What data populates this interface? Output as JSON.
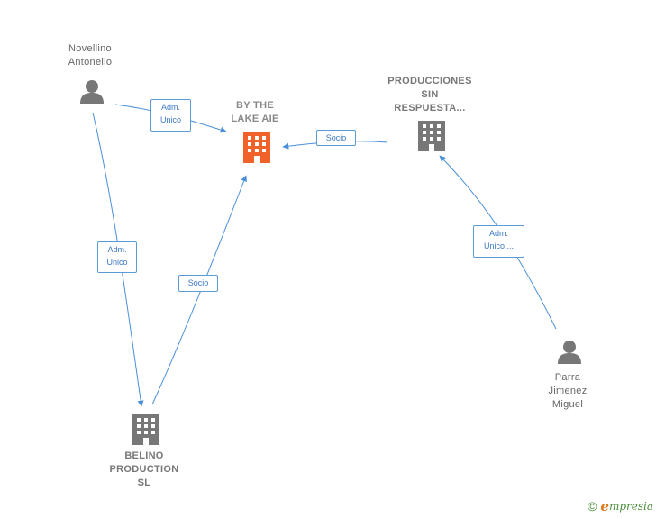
{
  "nodes": {
    "novellino": {
      "label": "Novellino\nAntonello",
      "kind": "person"
    },
    "bythelake": {
      "label": "BY THE\nLAKE  AIE",
      "kind": "company-focus"
    },
    "producciones": {
      "label": "PRODUCCIONES\nSIN\nRESPUESTA...",
      "kind": "company"
    },
    "belino": {
      "label": "BELINO\nPRODUCTION\nSL",
      "kind": "company"
    },
    "parra": {
      "label": "Parra\nJimenez\nMiguel",
      "kind": "person"
    }
  },
  "edges": [
    {
      "from": "novellino",
      "to": "bythelake",
      "label": "Adm.\nUnico"
    },
    {
      "from": "producciones",
      "to": "bythelake",
      "label": "Socio"
    },
    {
      "from": "novellino",
      "to": "belino",
      "label": "Adm.\nUnico"
    },
    {
      "from": "belino",
      "to": "bythelake",
      "label": "Socio"
    },
    {
      "from": "parra",
      "to": "producciones",
      "label": "Adm.\nUnico,..."
    }
  ],
  "colors": {
    "edge": "#4a8fd8",
    "person_icon": "#777777",
    "company_icon": "#777777",
    "focus_icon": "#f0622a"
  },
  "watermark": {
    "copyright": "©",
    "brand_initial": "e",
    "brand_rest": "mpresia"
  }
}
